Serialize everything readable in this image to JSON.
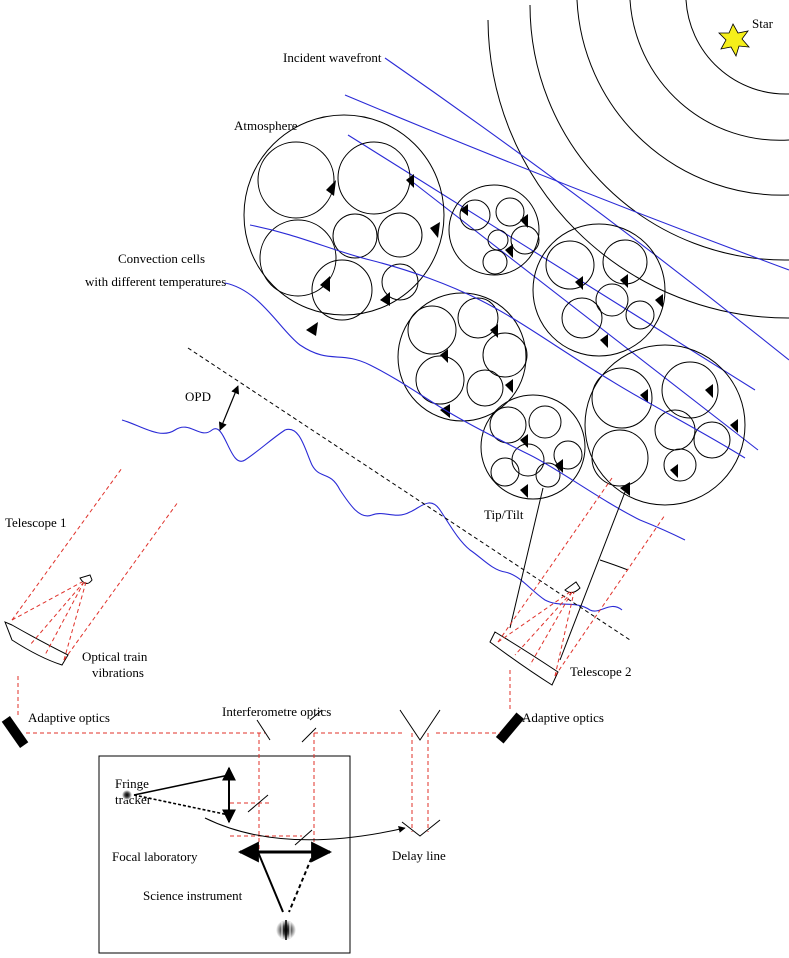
{
  "labels": {
    "star": "Star",
    "incident_wavefront": "Incident wavefront",
    "atmosphere": "Atmosphere",
    "convection_line1": "Convection cells",
    "convection_line2": "with different temperatures",
    "opd": "OPD",
    "telescope1": "Telescope 1",
    "telescope2": "Telescope 2",
    "tip_tilt": "Tip/Tilt",
    "optical_train_line1": "Optical train",
    "optical_train_line2": "vibrations",
    "adaptive_optics_left": "Adaptive optics",
    "adaptive_optics_right": "Adaptive optics",
    "interferometre_optics": "Interferometre optics",
    "fringe_line1": "Fringe",
    "fringe_line2": "tracker",
    "focal_laboratory": "Focal laboratory",
    "science_instrument": "Science instrument",
    "delay_line": "Delay line"
  },
  "colors": {
    "star_fill": "#f5ef1a",
    "wavefront": "#2a2ad6",
    "beam": "#e0312a",
    "ink": "#000000"
  }
}
